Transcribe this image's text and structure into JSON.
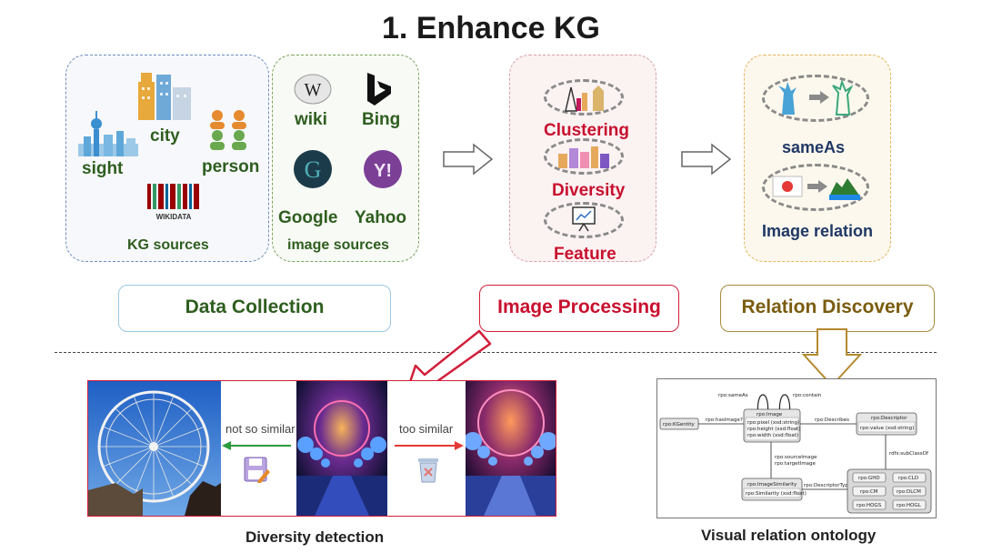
{
  "title": "1. Enhance KG",
  "data_collection": {
    "kg_sources": {
      "labels": [
        "sight",
        "city",
        "person"
      ],
      "wikidata_logo": "WIKIDATA",
      "caption": "KG sources"
    },
    "image_sources": {
      "labels": [
        "wiki",
        "Bing",
        "Google",
        "Yahoo"
      ],
      "caption": "image sources"
    }
  },
  "image_processing": {
    "steps": [
      "Clustering",
      "Diversity",
      "Feature"
    ]
  },
  "relation_discovery": {
    "relations": [
      "sameAs",
      "Image relation"
    ]
  },
  "stages": [
    "Data Collection",
    "Image Processing",
    "Relation Discovery"
  ],
  "diversity": {
    "not_similar": "not so similar",
    "too_similar": "too similar",
    "caption": "Diversity detection"
  },
  "ontology": {
    "caption": "Visual relation ontology",
    "loops": [
      "rpo:sameAs",
      "rpo:contain"
    ],
    "entity": "rpo:KGentity",
    "has_image": "rpo:hasImage?",
    "image_class": "rpo:Image",
    "image_props": [
      "rpo:pixel (xsd:string)",
      "rpo:height (xsd:float)",
      "rpo:width (xsd:float)"
    ],
    "describes": "rpo:Describes",
    "descriptor_class": "rpo:Descriptor",
    "descriptor_prop": "rpo:value (xsd:string)",
    "similarity_edges": [
      "rpo:sourceImage",
      "rpo:targetImage"
    ],
    "similarity_class": "rpo:ImageSimilarity",
    "similarity_prop": "rpo:Similarity (xsd:float)",
    "descriptor_type": "rpo:DescriptorType",
    "subclass": "rdfs:subClassOf",
    "descriptors": [
      "rpo:GHD",
      "rpo:CLD",
      "rpo:CM",
      "rpo:DLCM",
      "rpo:HOGS",
      "rpo:HOGL"
    ]
  },
  "colors": {
    "green": "#2e5e1f",
    "red": "#c8102e",
    "navy": "#1f3864",
    "gold": "#7a5c0f"
  }
}
